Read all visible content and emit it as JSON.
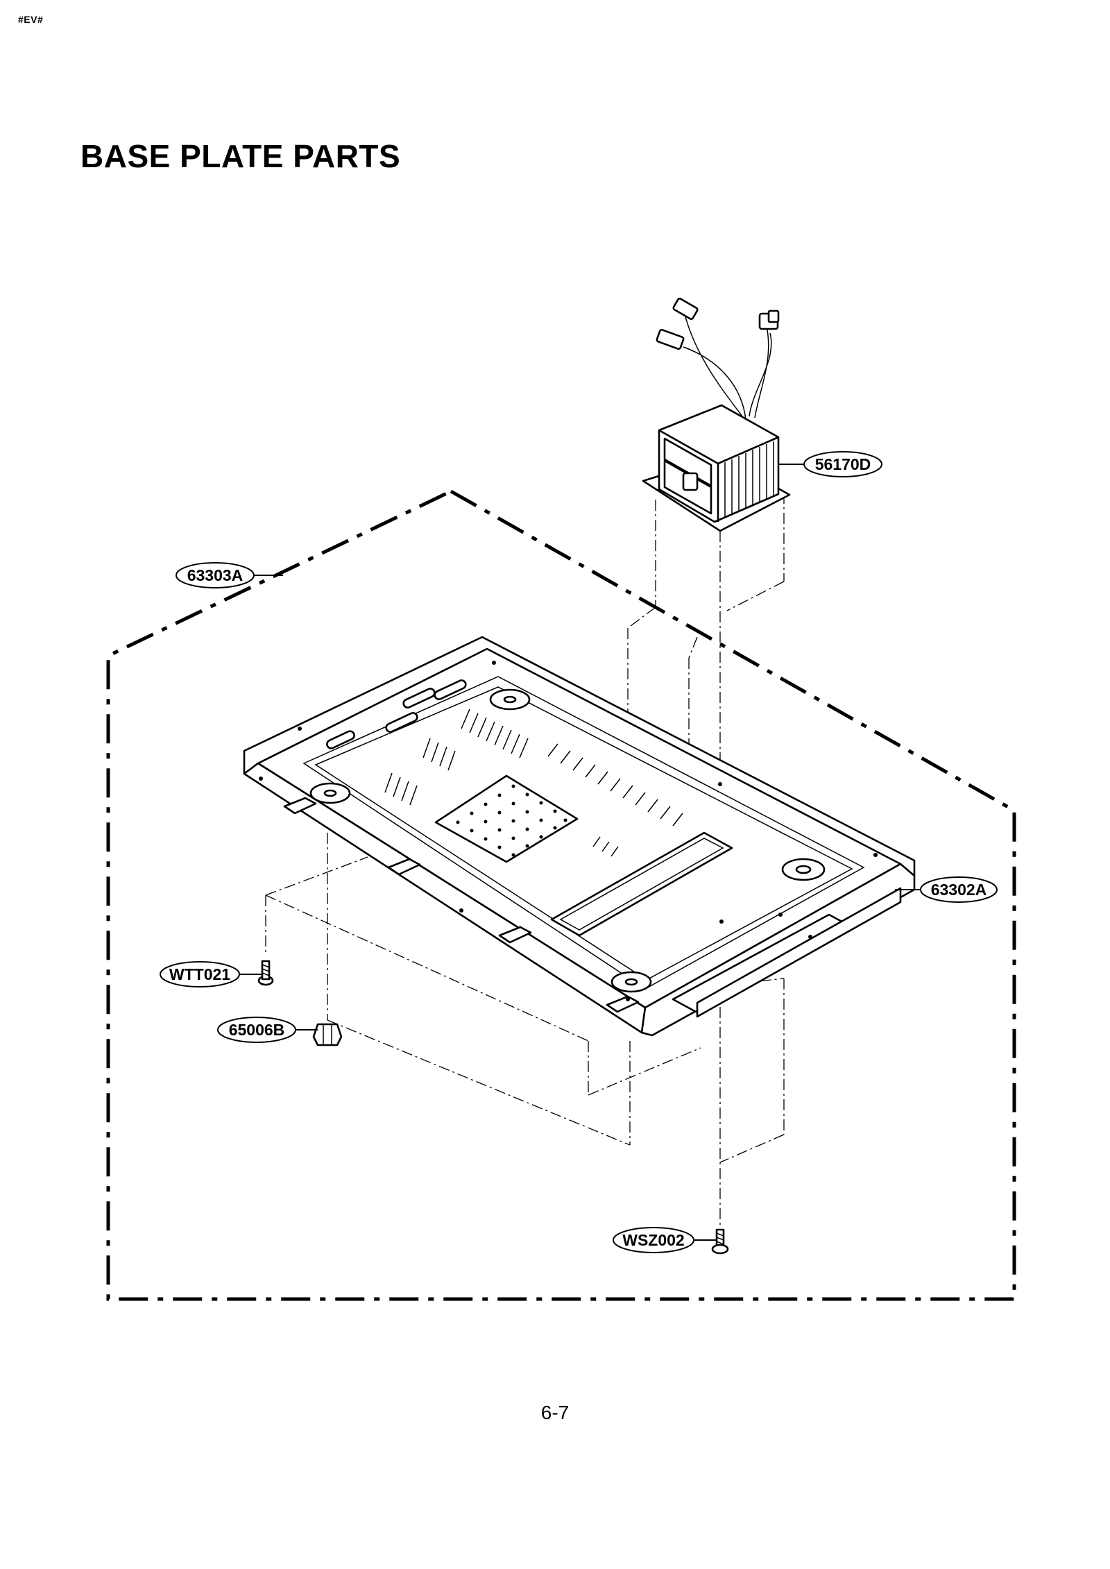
{
  "header": {
    "code": "#EV#"
  },
  "title": "BASE PLATE PARTS",
  "footer": {
    "page_number": "6-7"
  },
  "callouts": {
    "base_plate_assembly": "63303A",
    "transformer": "56170D",
    "base_plate": "63302A",
    "screw_left": "WTT021",
    "foot": "65006B",
    "screw_bottom": "WSZ002"
  }
}
